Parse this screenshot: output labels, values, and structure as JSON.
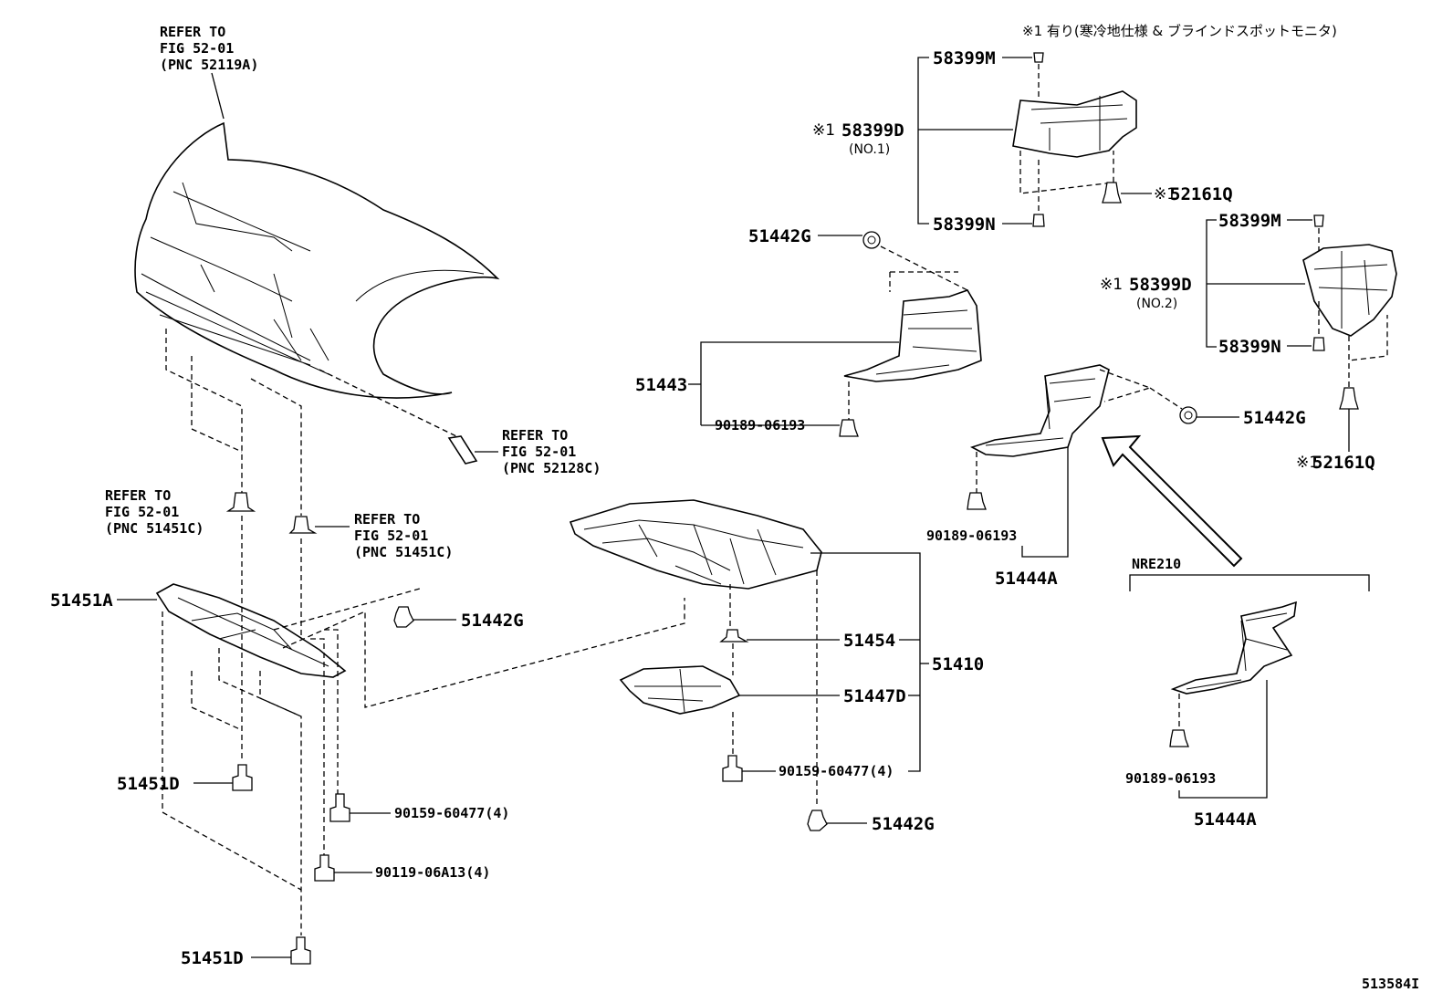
{
  "header_note": "※1 有り(寒冷地仕様 & ブラインドスポットモニタ)",
  "footer_id": "513584I",
  "references": {
    "ref_top": [
      "REFER TO",
      "FIG 52-01",
      "(PNC 52119A)"
    ],
    "ref_side": [
      "REFER TO",
      "FIG 52-01",
      "(PNC 52128C)"
    ],
    "ref_clip_left": [
      "REFER TO",
      "FIG 52-01",
      "(PNC 51451C)"
    ],
    "ref_clip_right": [
      "REFER TO",
      "FIG 52-01",
      "(PNC 51451C)"
    ]
  },
  "parts": {
    "p58399M_top": "58399M",
    "p58399D_no1_mark": "※1",
    "p58399D_no1": "58399D",
    "p58399D_no1_sub": "(NO.1)",
    "p58399N_top": "58399N",
    "p52161Q_top_mark": "※1",
    "p52161Q_top": "52161Q",
    "p58399M_right": "58399M",
    "p58399D_no2_mark": "※1",
    "p58399D_no2": "58399D",
    "p58399D_no2_sub": "(NO.2)",
    "p58399N_right": "58399N",
    "p51442G_a": "51442G",
    "p51443": "51443",
    "p90189_a": "90189-06193",
    "p51442G_b": "51442G",
    "p52161Q_right_mark": "※1",
    "p52161Q_right": "52161Q",
    "p90189_b": "90189-06193",
    "p51444A_a": "51444A",
    "nre210": "NRE210",
    "p90189_c": "90189-06193",
    "p51444A_b": "51444A",
    "p51451A": "51451A",
    "p51442G_c": "51442G",
    "p51454": "51454",
    "p51410": "51410",
    "p51447D": "51447D",
    "p90159_a": "90159-60477(4)",
    "p51442G_d": "51442G",
    "p51451D_a": "51451D",
    "p90159_b": "90159-60477(4)",
    "p90119": "90119-06A13(4)",
    "p51451D_b": "51451D"
  }
}
